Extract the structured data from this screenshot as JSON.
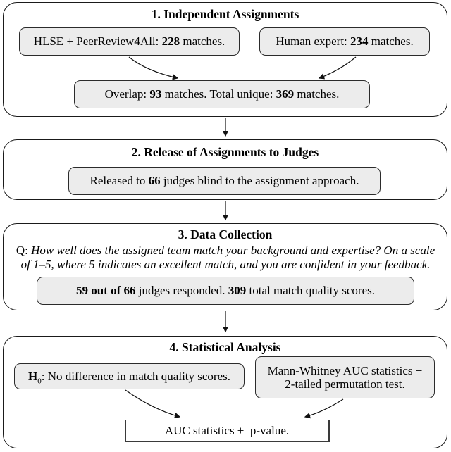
{
  "colors": {
    "background": "#ffffff",
    "node_fill": "#ececec",
    "border": "#1a1a1a"
  },
  "stage1": {
    "title": "1. Independent Assignments",
    "algo_box": {
      "t1": "HLSE + PeerReview4All: ",
      "b1": "228",
      "t2": " matches."
    },
    "expert_box": {
      "t1": "Human expert: ",
      "b1": "234",
      "t2": " matches."
    },
    "overlap_box": {
      "t1": "Overlap: ",
      "b1": "93",
      "t2": " matches. Total unique: ",
      "b2": "369",
      "t3": " matches."
    }
  },
  "stage2": {
    "title": "2. Release of Assignments to Judges",
    "release_box": {
      "t1": "Released to ",
      "b1": "66",
      "t2": " judges blind to the assignment approach."
    }
  },
  "stage3": {
    "title": "3. Data Collection",
    "question": {
      "prefix": "Q: ",
      "line1": "How well does the assigned team match your background and expertise? On a scale",
      "line2": "of 1–5, where 5 indicates an excellent match, and you are confident in your feedback."
    },
    "response_box": {
      "b1": "59 out of 66",
      "t1": " judges responded. ",
      "b2": "309",
      "t2": " total match quality scores."
    }
  },
  "stage4": {
    "title": "4. Statistical Analysis",
    "h0_box": {
      "b1": "H",
      "sub": "0",
      "t1": ": No difference in match quality scores."
    },
    "method_box": {
      "line1": "Mann-Whitney AUC statistics +",
      "line2": "2-tailed permutation test."
    },
    "result_box": {
      "t1": "AUC statistics +  p-value."
    }
  }
}
